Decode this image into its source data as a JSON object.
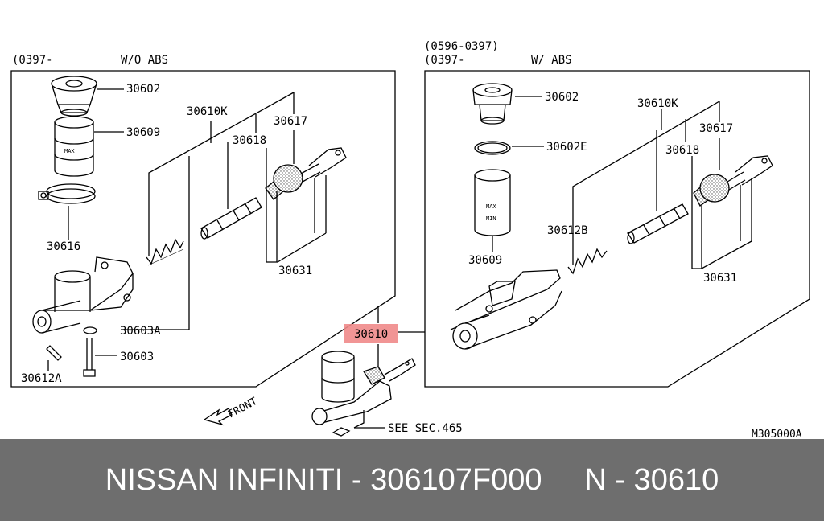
{
  "left_panel": {
    "header_date": "(0397-",
    "header_variant": "W/O  ABS",
    "labels": [
      "30602",
      "30609",
      "30616",
      "30610K",
      "30618",
      "30617",
      "30631",
      "30603A",
      "30603",
      "30612A"
    ]
  },
  "right_panel": {
    "header_date_1": "(0596-0397)",
    "header_date_2": "(0397-",
    "header_variant": "W/  ABS",
    "labels": [
      "30602",
      "30602E",
      "30609",
      "30610K",
      "30618",
      "30617",
      "30612B",
      "30631"
    ]
  },
  "center": {
    "highlight_label": "30610",
    "highlight_color": "#f08a8a",
    "front_label": "FRONT",
    "see_ref": "SEE SEC.465"
  },
  "figure_code": "M305000A",
  "reservoir_marks": {
    "max": "MAX",
    "min": "MIN"
  },
  "footer": {
    "brand": "NISSAN INFINITI",
    "part_number": "306107F000",
    "ref": "N - 30610"
  },
  "colors": {
    "footer_bg": "#6e6e6e",
    "footer_text": "#ffffff",
    "stipple": "#555555"
  }
}
